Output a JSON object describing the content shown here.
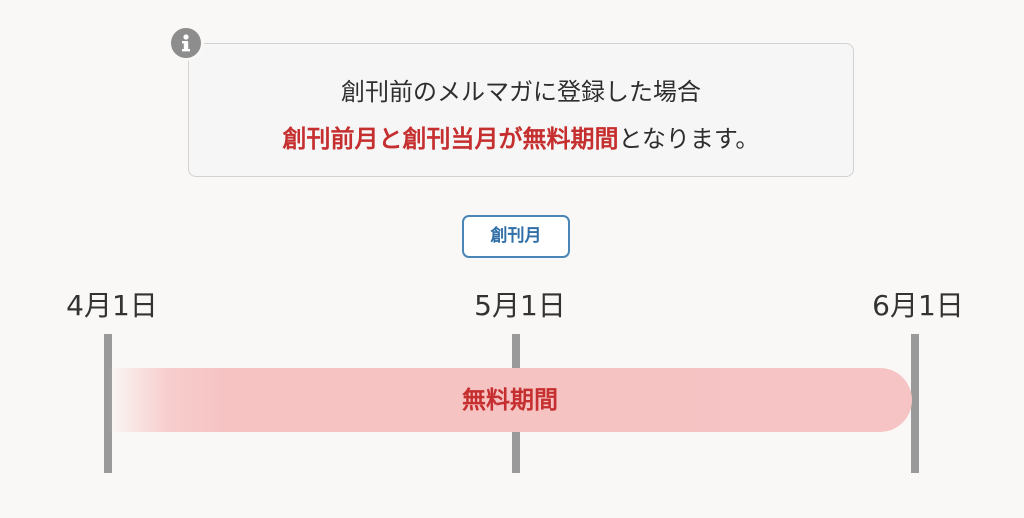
{
  "info": {
    "line1": "創刊前のメルマガに登録した場合",
    "line2_highlight": "創刊前月と創刊当月が無料期間",
    "line2_rest": "となります。"
  },
  "callout": {
    "label": "創刊月"
  },
  "timeline": {
    "dates": [
      "4月1日",
      "5月1日",
      "6月1日"
    ],
    "period_label": "無料期間"
  },
  "colors": {
    "accent_red": "#c62f2f",
    "callout_blue": "#2f6ea6",
    "bar_pink": "#f6c2c2",
    "tick_gray": "#9a9a9a"
  }
}
